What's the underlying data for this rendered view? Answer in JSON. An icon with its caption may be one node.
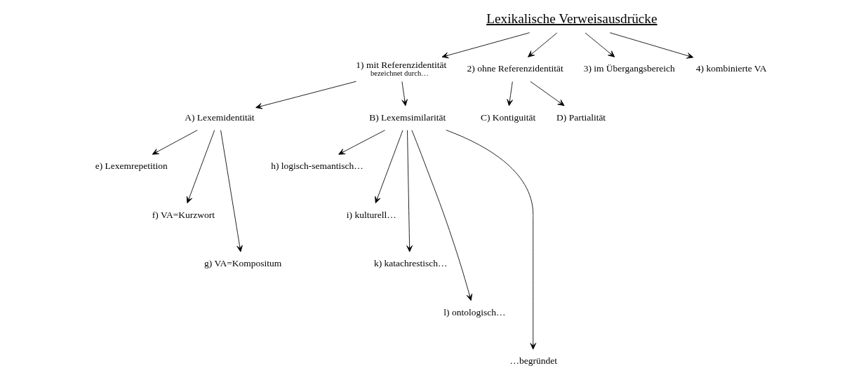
{
  "diagram": {
    "nodes": [
      {
        "text": [
          "Lexikalische Verweisausdrücke"
        ]
      },
      {
        "text": [
          "1) mit Referenzidentität",
          "bezeichnet durch…"
        ]
      },
      {
        "text": [
          "2) ohne Referenzidentität"
        ]
      },
      {
        "text": [
          "3) im Übergangsbereich"
        ]
      },
      {
        "text": [
          "4) kombinierte VA"
        ]
      },
      {
        "text": [
          "A) Lexemidentität"
        ]
      },
      {
        "text": [
          "B) Lexemsimilarität"
        ]
      },
      {
        "text": [
          "C) Kontiguität"
        ]
      },
      {
        "text": [
          "D) Partialität"
        ]
      },
      {
        "text": [
          "e) Lexemrepetition"
        ]
      },
      {
        "text": [
          "f) VA=Kurzwort"
        ]
      },
      {
        "text": [
          "g) VA=Kompositum"
        ]
      },
      {
        "text": [
          "h) logisch-semantisch…"
        ]
      },
      {
        "text": [
          "i) kulturell…"
        ]
      },
      {
        "text": [
          "k) katachrestisch…"
        ]
      },
      {
        "text": [
          "l) ontologisch…"
        ]
      },
      {
        "text": [
          "…begründet"
        ]
      }
    ],
    "edges": [
      {
        "from": 0,
        "to": 1,
        "arrow": "to"
      },
      {
        "from": 0,
        "to": 2,
        "arrow": "to"
      },
      {
        "from": 0,
        "to": 3,
        "arrow": "to"
      },
      {
        "from": 0,
        "to": 4,
        "arrow": "to"
      },
      {
        "from": 1,
        "to": 5,
        "arrow": "to"
      },
      {
        "from": 1,
        "to": 6,
        "arrow": "to"
      },
      {
        "from": 2,
        "to": 7,
        "arrow": "to"
      },
      {
        "from": 2,
        "to": 8,
        "arrow": "to"
      },
      {
        "from": 5,
        "to": 9,
        "arrow": "to"
      },
      {
        "from": 5,
        "to": 10,
        "arrow": "to"
      },
      {
        "from": 5,
        "to": 11,
        "arrow": "to"
      },
      {
        "from": 6,
        "to": 12,
        "arrow": "to"
      },
      {
        "from": 6,
        "to": 13,
        "arrow": "to"
      },
      {
        "from": 6,
        "to": 14,
        "arrow": "to"
      },
      {
        "from": 6,
        "to": 15,
        "arrow": "to"
      },
      {
        "from": 6,
        "to": 16,
        "arrow": "to"
      }
    ]
  }
}
